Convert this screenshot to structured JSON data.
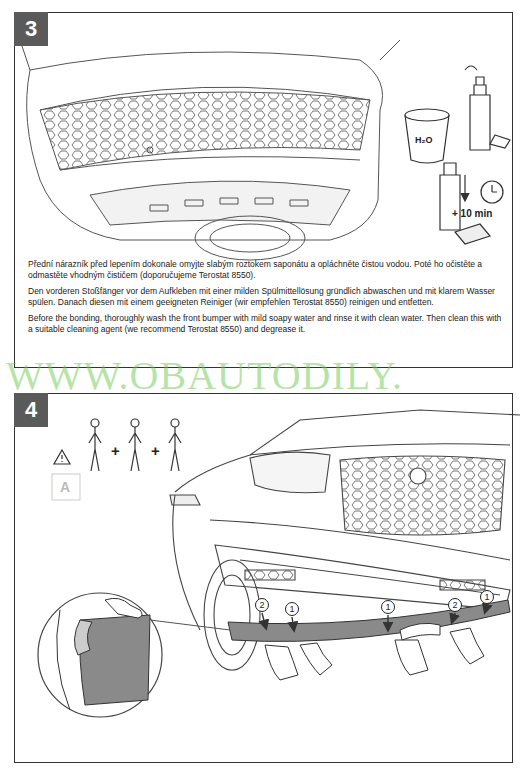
{
  "diagram": {
    "nodes": [
      {
        "text": [
          "3",
          "Přední nárazník před lepením dokonale omyjte slabým roztokem saponátu a opláchněte čistou vodou. Poté ho očistěte a odmastěte vhodným čističem (doporučujeme Terostat 8550).",
          "Den vorderen Stoßfänger vor dem Aufkleben mit einer milden Spülmittellösung gründlich abwaschen und mit klarem Wasser spülen. Danach diesen mit einem geeigneten Reiniger (wir empfehlen Terostat 8550) reinigen und entfetten.",
          "Before the bonding, thoroughly wash the front bumper with mild soapy water and rinse it with clean water. Then clean this with a suitable cleaning agent (we recommend Terostat 8550) and degrease it."
        ]
      },
      {
        "text": [
          "4"
        ]
      }
    ],
    "labels": [
      "H₂O",
      "+ 10 min",
      "WWW.OBAUTODILY.",
      "+",
      "+",
      "A",
      "2",
      "1",
      "1",
      "2",
      "1"
    ]
  }
}
